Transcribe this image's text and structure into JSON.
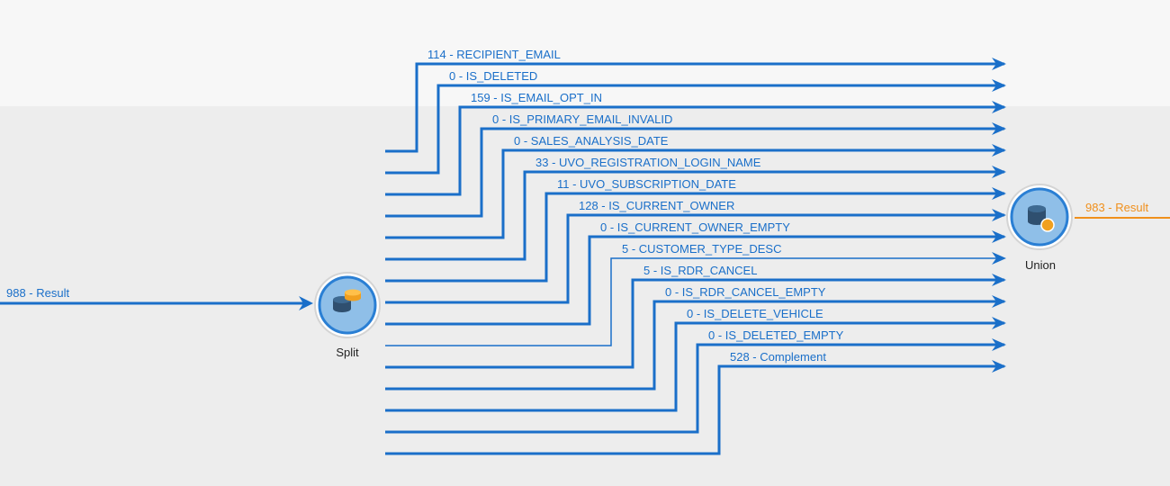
{
  "input_transition": {
    "label": "988 - Result"
  },
  "split_node": {
    "label": "Split",
    "icon": "split-icon"
  },
  "union_node": {
    "label": "Union",
    "icon": "union-icon"
  },
  "output_transition": {
    "label": "983 - Result"
  },
  "branches": [
    {
      "label": "114 - RECIPIENT_EMAIL"
    },
    {
      "label": "0 - IS_DELETED"
    },
    {
      "label": "159 - IS_EMAIL_OPT_IN"
    },
    {
      "label": "0 - IS_PRIMARY_EMAIL_INVALID"
    },
    {
      "label": "0 - SALES_ANALYSIS_DATE"
    },
    {
      "label": "33 - UVO_REGISTRATION_LOGIN_NAME"
    },
    {
      "label": "11 - UVO_SUBSCRIPTION_DATE"
    },
    {
      "label": "128 - IS_CURRENT_OWNER"
    },
    {
      "label": "0 - IS_CURRENT_OWNER_EMPTY"
    },
    {
      "label": "5 - CUSTOMER_TYPE_DESC"
    },
    {
      "label": "5 - IS_RDR_CANCEL"
    },
    {
      "label": "0 - IS_RDR_CANCEL_EMPTY"
    },
    {
      "label": "0 - IS_DELETE_VEHICLE"
    },
    {
      "label": "0 - IS_DELETED_EMPTY"
    },
    {
      "label": "528 - Complement"
    }
  ],
  "colors": {
    "transition": "#1a6fc9",
    "output_transition": "#f0901c",
    "node_fill": "#8fbfe8",
    "node_ring": "#2a7fd4",
    "db_body": "#2f4f6f",
    "db_accent": "#f0a020"
  }
}
